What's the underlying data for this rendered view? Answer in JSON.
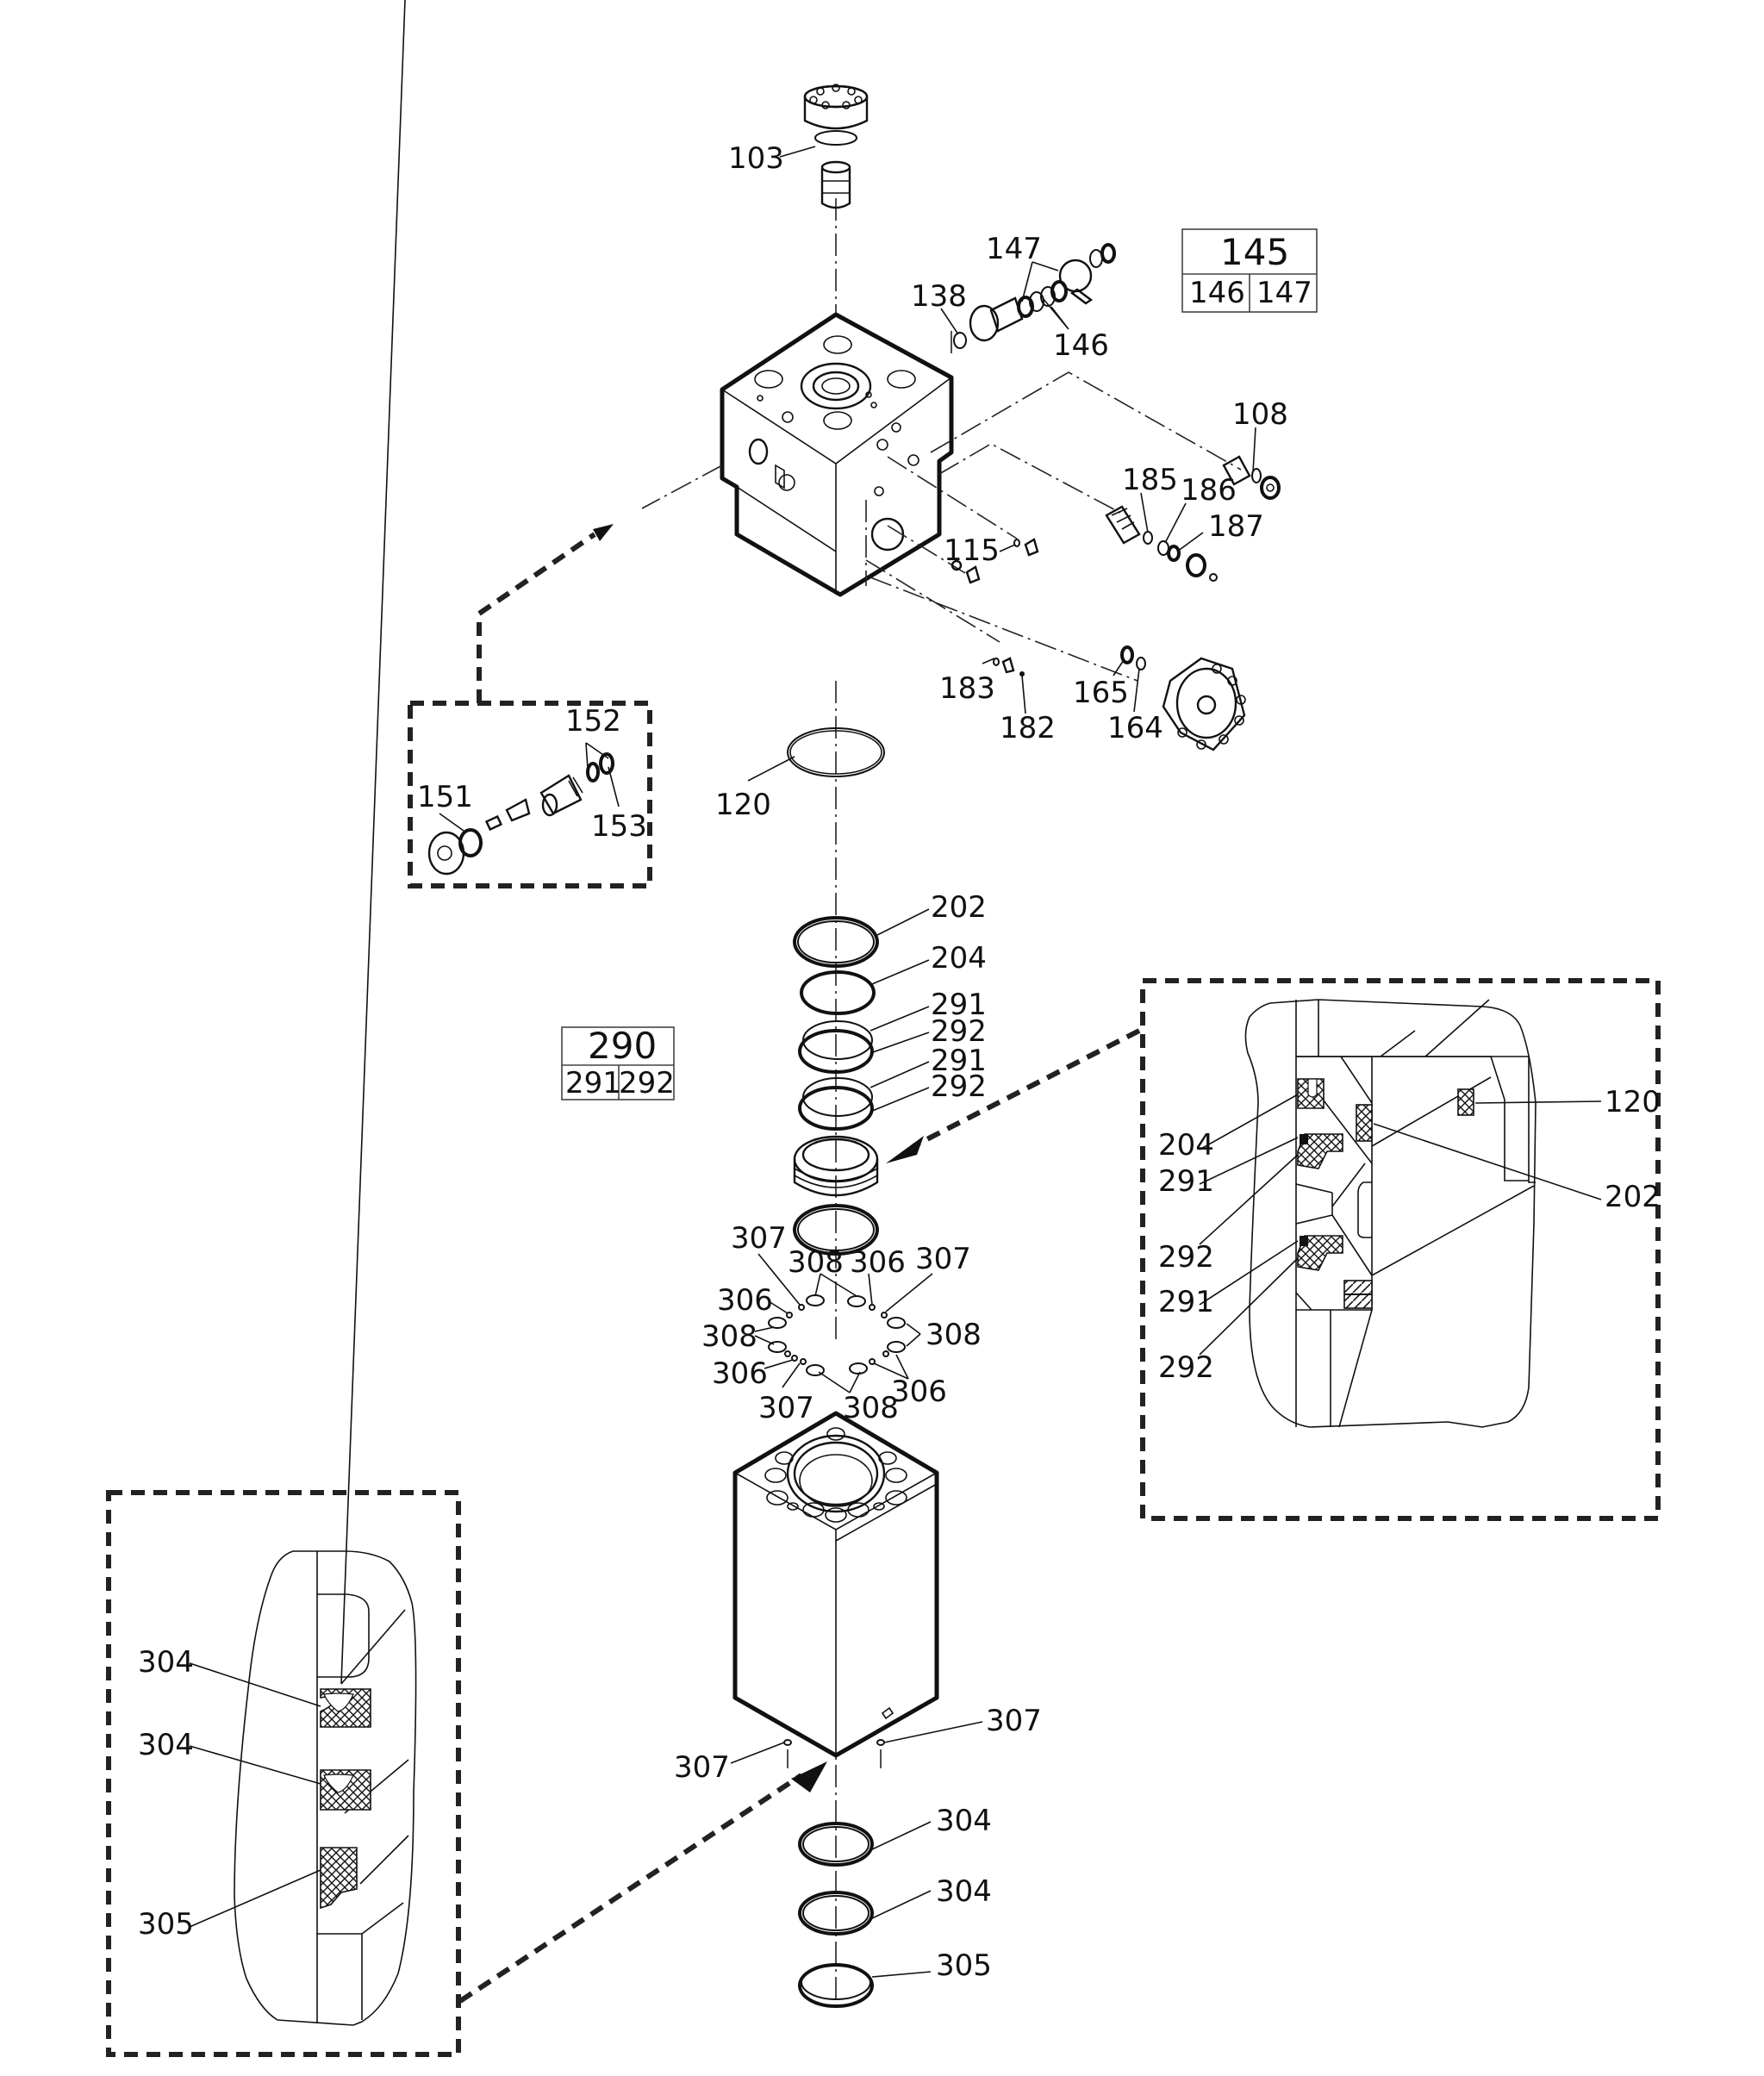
{
  "diagram": {
    "type": "exploded-parts-diagram",
    "callouts": {
      "p103": "103",
      "p138": "138",
      "p147a": "147",
      "p146a": "146",
      "p108": "108",
      "p185": "185",
      "p186": "186",
      "p187": "187",
      "p115": "115",
      "p183": "183",
      "p182": "182",
      "p165": "165",
      "p164": "164",
      "p120": "120",
      "p151": "151",
      "p152": "152",
      "p153": "153",
      "p202": "202",
      "p204": "204",
      "p291a": "291",
      "p292a": "292",
      "p291b": "291",
      "p292b": "292",
      "s307a": "307",
      "s308a": "308",
      "s306a": "306",
      "s307b": "307",
      "s306b": "306",
      "s308b": "308",
      "s308c": "308",
      "s306c": "306",
      "s307c": "307",
      "s308d": "308",
      "s306d": "306",
      "b307a": "307",
      "b307b": "307",
      "r304a": "304",
      "r304b": "304",
      "r305": "305"
    },
    "kit_tables": [
      {
        "parent": "145",
        "children": [
          "146",
          "147"
        ]
      },
      {
        "parent": "290",
        "children": [
          "291",
          "292"
        ]
      }
    ],
    "detail_right": {
      "labels": {
        "d204": "204",
        "d291a": "291",
        "d292a": "292",
        "d291b": "291",
        "d292b": "292",
        "d120": "120",
        "d202": "202"
      }
    },
    "detail_left": {
      "labels": {
        "l304a": "304",
        "l304b": "304",
        "l305": "305"
      }
    }
  }
}
